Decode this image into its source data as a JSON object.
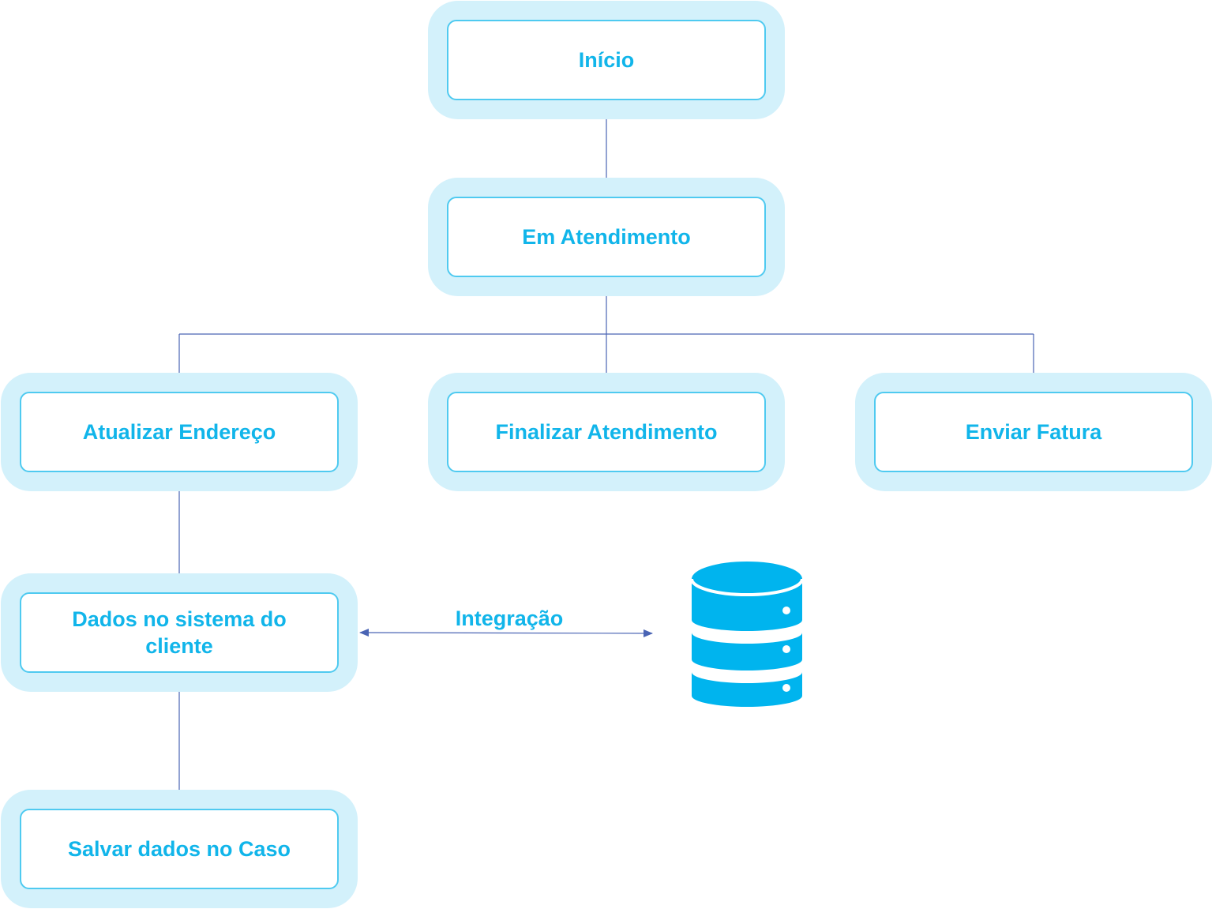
{
  "diagram": {
    "nodes": {
      "start": "Início",
      "in_service": "Em Atendimento",
      "update_address": "Atualizar Endereço",
      "finish_service": "Finalizar Atendimento",
      "send_invoice": "Enviar Fatura",
      "client_data": "Dados no sistema do cliente",
      "save_case": "Salvar dados no Caso"
    },
    "edges": [
      {
        "from": "start",
        "to": "in_service"
      },
      {
        "from": "in_service",
        "to": "update_address"
      },
      {
        "from": "in_service",
        "to": "finish_service"
      },
      {
        "from": "in_service",
        "to": "send_invoice"
      },
      {
        "from": "update_address",
        "to": "client_data"
      },
      {
        "from": "client_data",
        "to": "save_case"
      },
      {
        "from": "client_data",
        "to": "database",
        "label": "Integração",
        "bidirectional": true
      }
    ],
    "integration_label": "Integração",
    "database_icon": "database-icon",
    "colors": {
      "text": "#11b5ea",
      "node_halo": "#d3f1fb",
      "node_border": "#4fcaf0",
      "connector": "#4a64b4",
      "database": "#00b4ee"
    }
  }
}
